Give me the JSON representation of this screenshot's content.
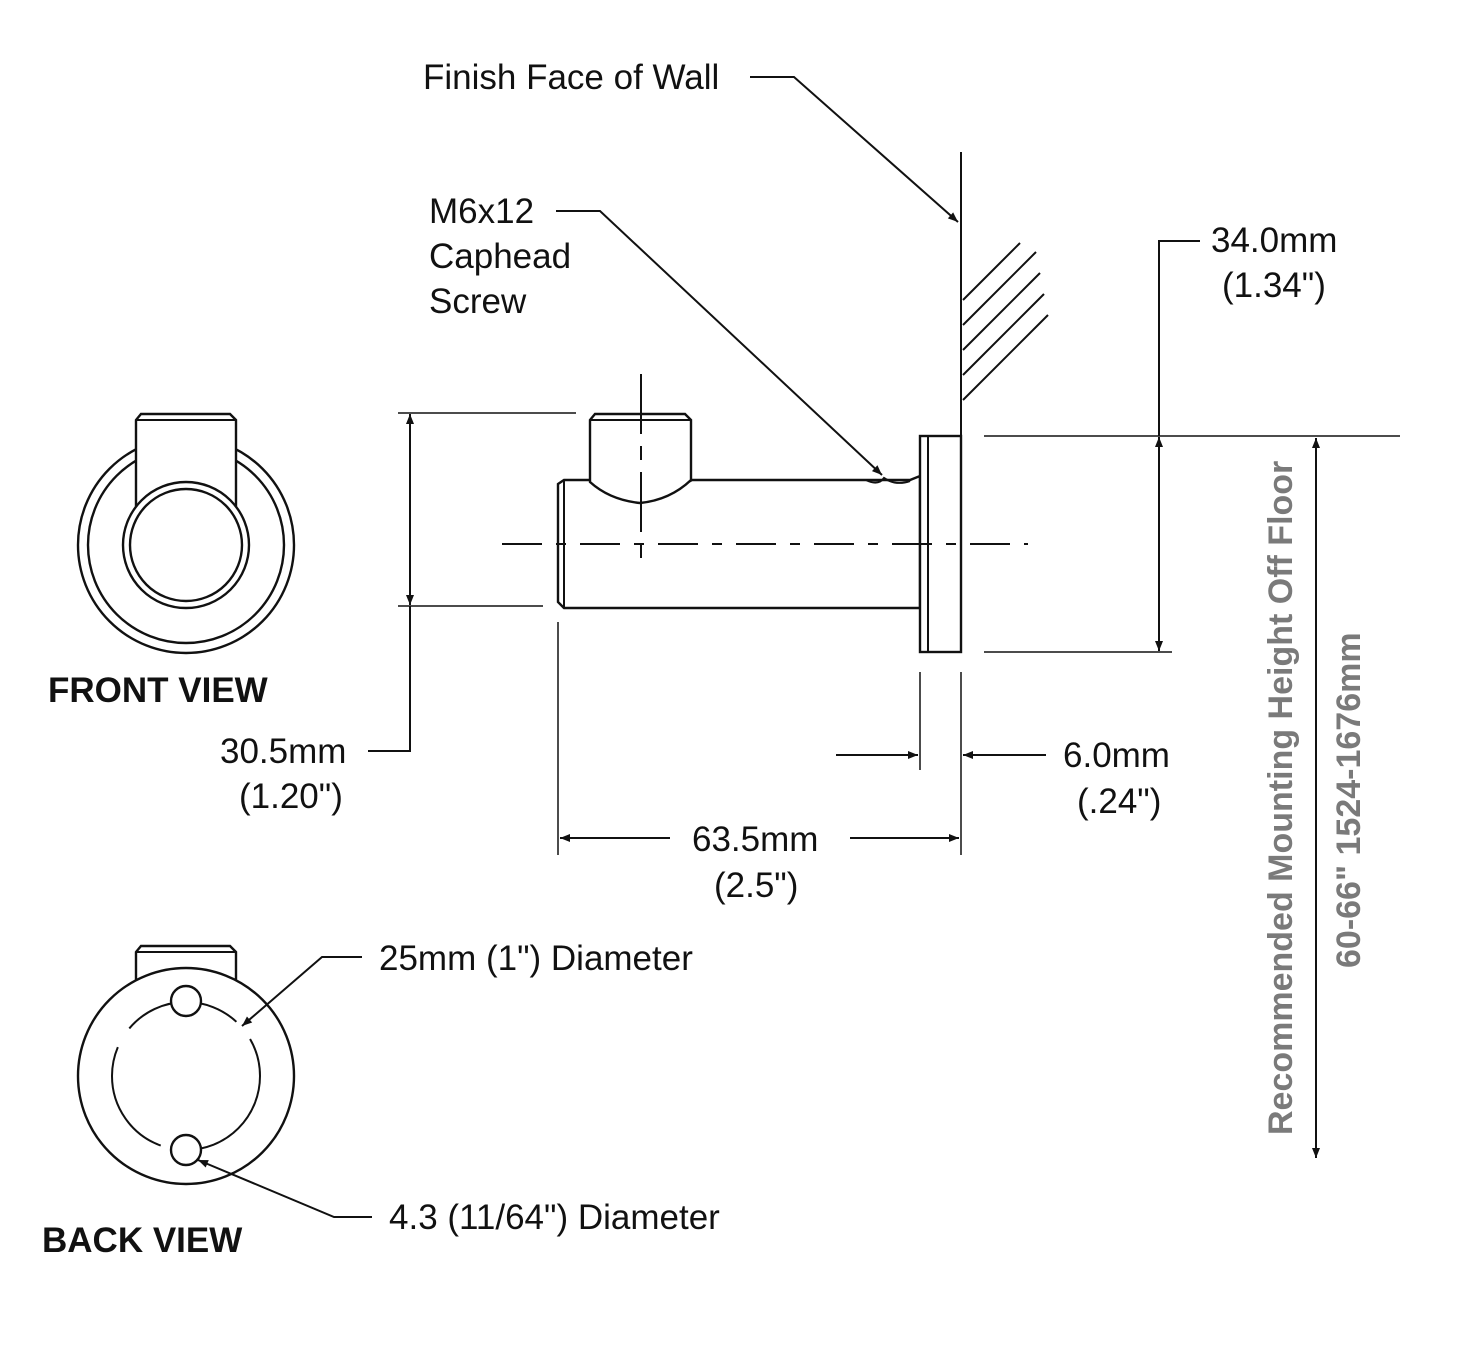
{
  "labels": {
    "finish_face": "Finish Face of Wall",
    "screw_line1": "M6x12",
    "screw_line2": "Caphead",
    "screw_line3": "Screw",
    "dim_34_mm": "34.0mm",
    "dim_34_in": "(1.34\")",
    "dim_30_mm": "30.5mm",
    "dim_30_in": "(1.20\")",
    "dim_6_mm": "6.0mm",
    "dim_6_in": "(.24\")",
    "dim_63_mm": "63.5mm",
    "dim_63_in": "(2.5\")",
    "hole_25": "25mm (1\") Diameter",
    "hole_43": "4.3 (11/64\")  Diameter",
    "mounting_line1": "Recommended Mounting Height Off Floor",
    "mounting_line2": "60-66\"  1524-1676mm"
  },
  "views": {
    "front": "FRONT VIEW",
    "back": "BACK VIEW"
  },
  "colors": {
    "line": "#111111",
    "mounting_text": "#7a7a7a"
  }
}
